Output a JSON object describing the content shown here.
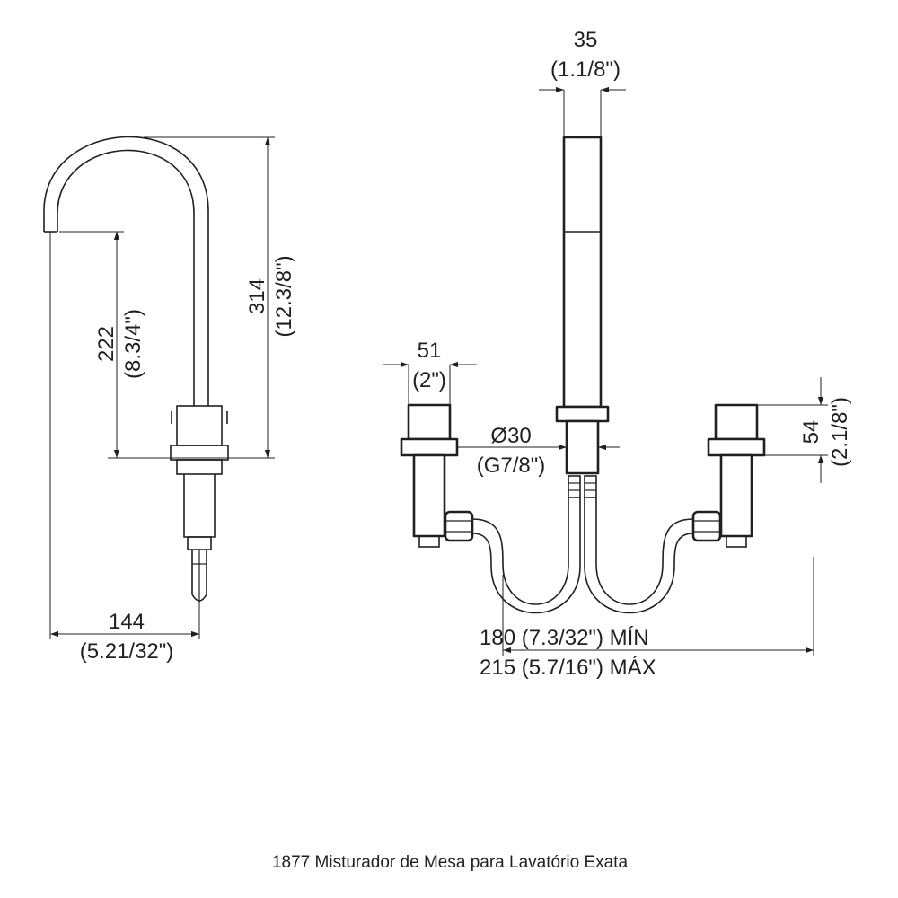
{
  "caption": "1877 Misturador de Mesa para Lavatório Exata",
  "dimensions": {
    "spout_height": {
      "mm": "314",
      "inch": "(12.3/8\")"
    },
    "outlet_height": {
      "mm": "222",
      "inch": "(8.3/4\")"
    },
    "reach": {
      "mm": "144",
      "inch": "(5.21/32\")"
    },
    "shower_width": {
      "mm": "35",
      "inch": "(1.1/8\")"
    },
    "handle_width": {
      "mm": "51",
      "inch": "(2\")"
    },
    "handle_height": {
      "mm": "54",
      "inch": "(2.1/8\")"
    },
    "diameter": {
      "mm": "Ø30",
      "thread": "(G7/8\")"
    },
    "spacing_min": "180 (7.3/32\") MÍN",
    "spacing_max": "215 (5.7/16\") MÁX"
  },
  "colors": {
    "line": "#231f20",
    "background": "#ffffff"
  }
}
